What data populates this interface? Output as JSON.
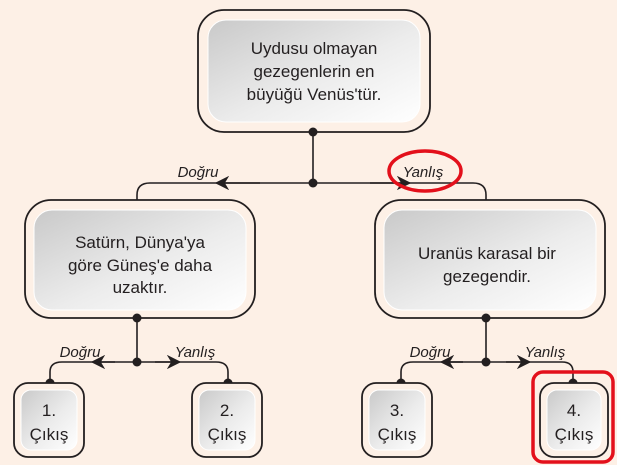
{
  "root": {
    "lines": [
      "Uydusu olmayan",
      "gezegenlerin en",
      "büyüğü Venüs'tür."
    ]
  },
  "left": {
    "lines": [
      "Satürn, Dünya'ya",
      "göre Güneş'e daha",
      "uzaktır."
    ]
  },
  "right": {
    "lines": [
      "Uranüs karasal bir",
      "gezegendir."
    ]
  },
  "labels": {
    "true": "Doğru",
    "false": "Yanlış"
  },
  "exits": [
    {
      "num": "1.",
      "label": "Çıkış"
    },
    {
      "num": "2.",
      "label": "Çıkış"
    },
    {
      "num": "3.",
      "label": "Çıkış"
    },
    {
      "num": "4.",
      "label": "Çıkış"
    }
  ],
  "colors": {
    "highlight": "#e3101b",
    "background": "#fdf0e6"
  }
}
